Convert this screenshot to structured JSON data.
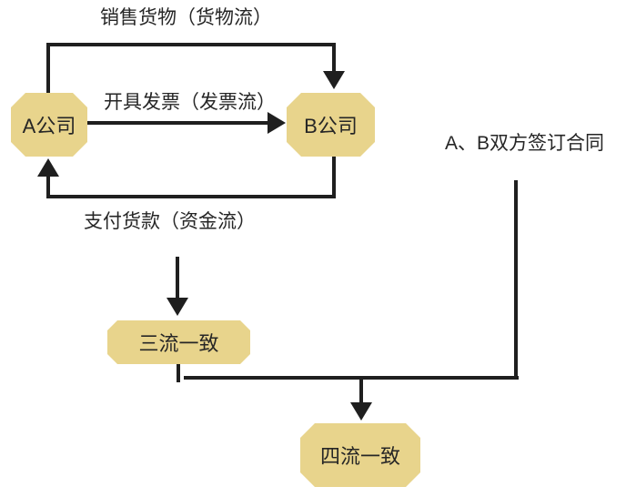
{
  "diagram": {
    "nodes": {
      "company_a": {
        "label": "A公司"
      },
      "company_b": {
        "label": "B公司"
      },
      "three_flows": {
        "label": "三流一致"
      },
      "four_flows": {
        "label": "四流一致"
      }
    },
    "labels": {
      "goods_flow": "销售货物（货物流）",
      "invoice_flow": "开具发票（发票流）",
      "payment_flow": "支付货款（资金流）",
      "contract": "A、B双方签订合同"
    },
    "colors": {
      "node_fill": "#e8d48c",
      "line": "#1f1f1f",
      "text": "#262626",
      "background": "#ffffff"
    }
  }
}
